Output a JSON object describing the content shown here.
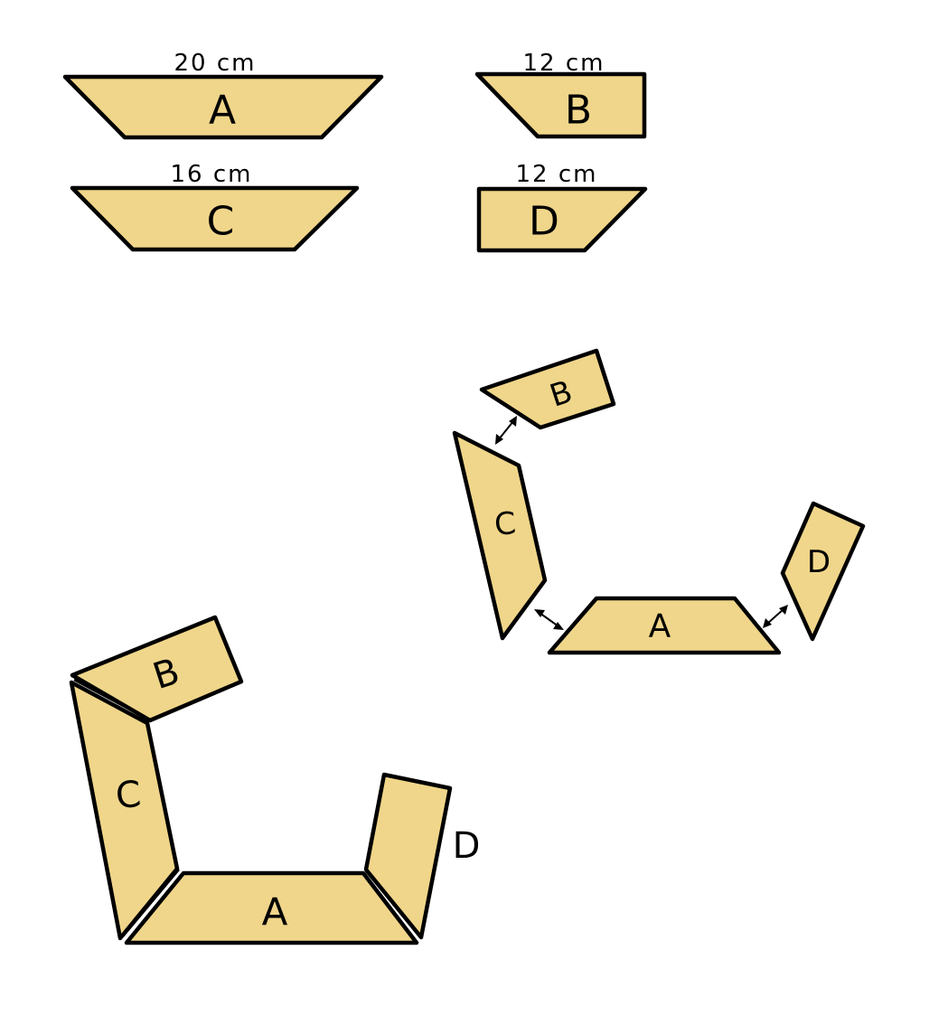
{
  "pieces": {
    "a": {
      "label": "A",
      "dimension": "20 cm"
    },
    "b": {
      "label": "B",
      "dimension": "12 cm"
    },
    "c": {
      "label": "C",
      "dimension": "16 cm"
    },
    "d": {
      "label": "D",
      "dimension": "12 cm"
    }
  },
  "colors": {
    "piece_fill": "#f0d68a",
    "outline": "#000000",
    "background": "#ffffff"
  }
}
